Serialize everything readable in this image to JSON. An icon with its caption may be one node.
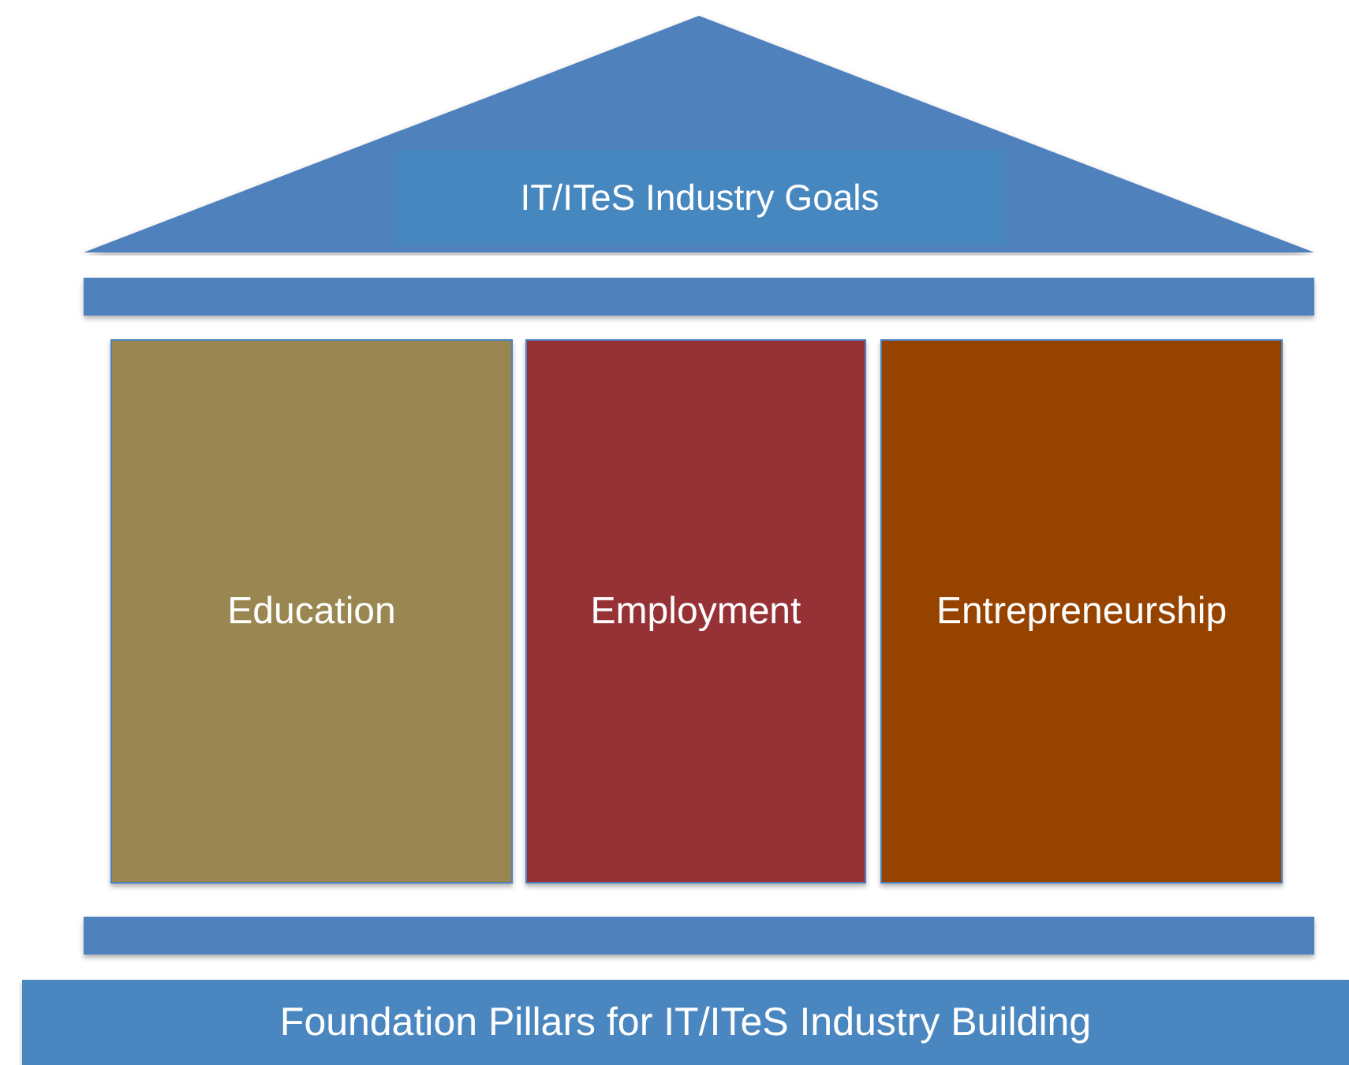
{
  "diagram": {
    "nodes": [
      {
        "text": [
          "IT/ITeS Industry Goals"
        ]
      },
      {
        "text": [],
        "shape": "bar"
      },
      {
        "text": [
          "Education"
        ]
      },
      {
        "text": [
          "Employment"
        ]
      },
      {
        "text": [
          "Entrepreneurship"
        ]
      },
      {
        "text": [],
        "shape": "bar"
      },
      {
        "text": [
          "Foundation Pillars for IT/ITeS Industry Building"
        ]
      }
    ]
  }
}
